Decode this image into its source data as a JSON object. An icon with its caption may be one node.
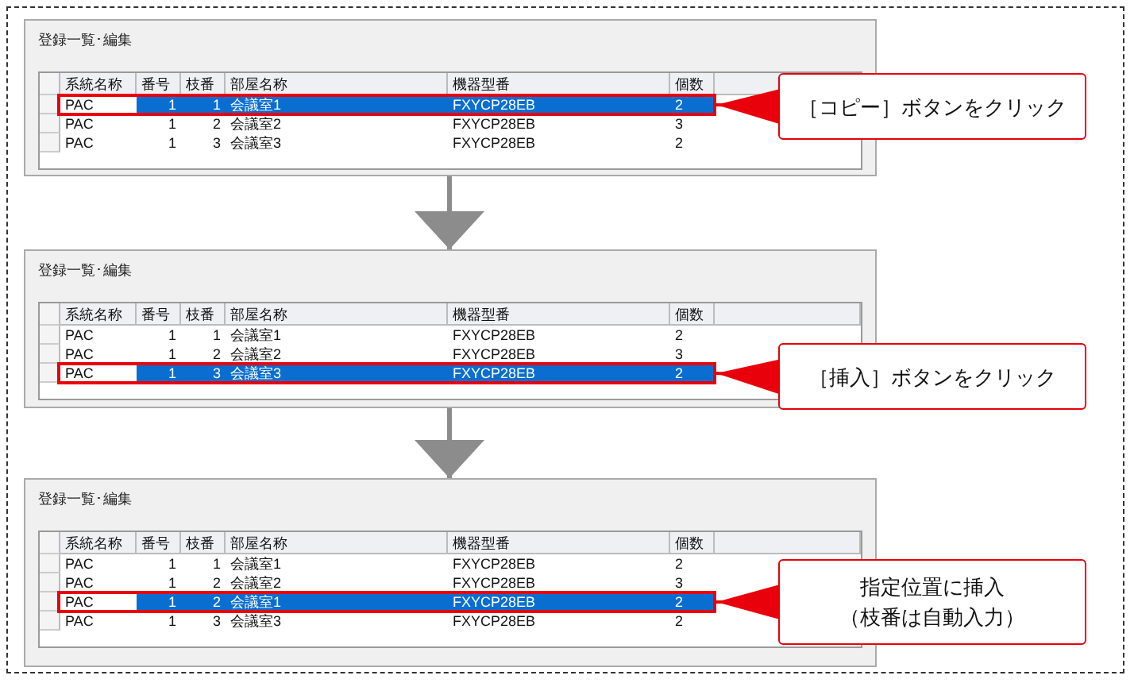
{
  "diagram": {
    "nodes": [
      {
        "text": [
          "登録一覧･編集"
        ]
      },
      {
        "text": [],
        "shape": "box",
        "in": 0
      },
      {
        "text": [
          "［コピー］ボタンをクリック"
        ]
      },
      {
        "text": [
          "登録一覧･編集"
        ]
      },
      {
        "text": [],
        "shape": "box",
        "in": 3
      },
      {
        "text": [
          "［挿入］ボタンをクリック"
        ]
      },
      {
        "text": [
          "登録一覧･編集"
        ]
      },
      {
        "text": [],
        "shape": "box",
        "in": 6
      },
      {
        "text": [
          "指定位置に挿入（枝番は自動入力）"
        ]
      }
    ],
    "edges": [
      {
        "from": 0,
        "to": 3,
        "arrow": "to",
        "color": "#8c8c8c"
      },
      {
        "from": 2,
        "to": 1,
        "arrow": "to"
      },
      {
        "from": 3,
        "to": 6,
        "arrow": "to",
        "color": "#8c8c8c"
      },
      {
        "from": 5,
        "to": 4,
        "arrow": "to"
      },
      {
        "from": 8,
        "to": 7,
        "arrow": "to"
      }
    ],
    "labels": [
      "系統名称",
      "番号",
      "枝番",
      "部屋名称",
      "機器型番",
      "個数",
      "PAC",
      "1",
      "1",
      "会議室1",
      "FXYCP28EB",
      "2",
      "PAC",
      "1",
      "2",
      "会議室2",
      "FXYCP28EB",
      "3",
      "PAC",
      "1",
      "3",
      "会議室3",
      "FXYCP28EB",
      "2",
      "系統名称",
      "番号",
      "枝番",
      "部屋名称",
      "機器型番",
      "個数",
      "PAC",
      "1",
      "1",
      "会議室1",
      "FXYCP28EB",
      "2",
      "PAC",
      "1",
      "2",
      "会議室2",
      "FXYCP28EB",
      "3",
      "PAC",
      "1",
      "3",
      "会議室3",
      "FXYCP28EB",
      "2",
      "系統名称",
      "番号",
      "枝番",
      "部屋名称",
      "機器型番",
      "個数",
      "PAC",
      "1",
      "1",
      "会議室1",
      "FXYCP28EB",
      "2",
      "PAC",
      "1",
      "2",
      "会議室2",
      "FXYCP28EB",
      "3",
      "PAC",
      "1",
      "2",
      "会議室1",
      "FXYCP28EB",
      "2",
      "PAC",
      "1",
      "3",
      "会議室3",
      "FXYCP28EB",
      "2"
    ]
  }
}
